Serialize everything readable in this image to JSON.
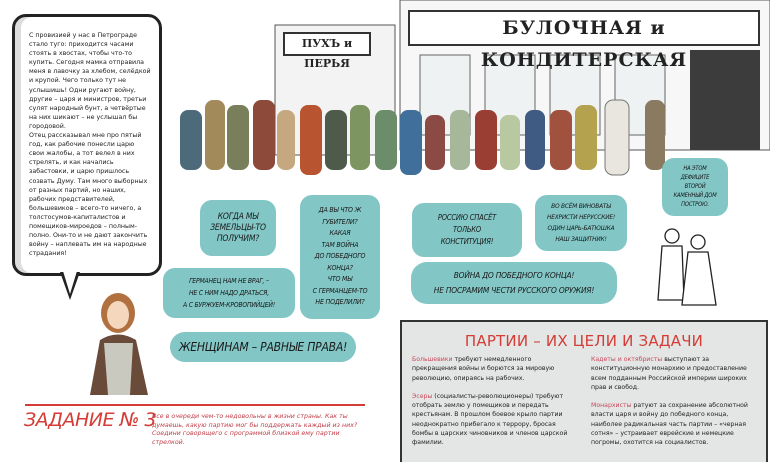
{
  "narration": {
    "text": "С провизией у нас в Петрограде стало туго: приходится часами стоять в хвостах, чтобы что-то купить. Сегодня мамка отправила меня в лавочку за хлебом, селёдкой и крупой. Чего только тут не услышишь! Одни ругают войну, другие – царя и министров, третьи сулят народный бунт, а четвёртые на них шикают – не услышал бы городовой.\nОтец рассказывал мне про пятый год, как рабочие понесли царю свои жалобы, а тот велел в них стрелять, и как начались забастовки, и царю пришлось созвать Думу. Там много выборных от разных партий, но наших, рабочих представителей, большевиков – всего-то ничего, а толстосумов-капиталистов и помещиков-мироедов – полным-полно. Они-то и не дают закончить войну – наплевать им на народные страдания!"
  },
  "signs": {
    "feathers": "ПУХЪ и ПЕРЬЯ",
    "bakery": "БУЛОЧНАЯ и КОНДИТЕРСКАЯ"
  },
  "bubbles": {
    "land": "Когда мы\nземельцы-то\nполучим?",
    "german": "Германец нам не враг, –\nне с ним надо драться,\nа с буржуем-кровопийцей!",
    "traitors": "Да вы что ж\nгубители?\nКакая\nтам война\nдо победного\nконца?\nЧто мы\nс германцем-то\nне поделили?",
    "women": "Женщинам – равные права!",
    "constitution": "Россию спасёт\nтолько\nконституция!",
    "tsar": "Во всём виноваты\nнехристи нерусские!\nОдин царь-батюшка\nнаш защитник!",
    "deficit": "На этом\nдефиците\nвторой\nкаменный дом\nпострою.",
    "war": "Война до победного конца!\nНе посрамим чести русского оружия!"
  },
  "task": {
    "title": "ЗАДАНИЕ № 3",
    "text": "Все в очереди чем-то недовольны в жизни страны. Как ты думаешь, какую партию мог бы поддержать каждый из них? Соедини говорящего с программой близкой ему партии стрелкой."
  },
  "parties": {
    "title": "ПАРТИИ – ИХ ЦЕЛИ И ЗАДАЧИ",
    "items": [
      {
        "name": "Большевики",
        "text": " требуют немедленного прекращения войны и борются за мировую революцию, опираясь на рабочих."
      },
      {
        "name": "Эсеры",
        "text": " (социалисты-революционеры) требуют отобрать землю у помещиков и передать крестьянам. В прошлом боевое крыло партии неоднократно прибегало к террору, бросая бомбы в царских чиновников и членов царской фамилии."
      },
      {
        "name": "Кадеты и октябристы",
        "text": " выступают за конституционную монархию и предоставление всем подданным Российской империи широких прав и свобод."
      },
      {
        "name": "Монархисты",
        "text": " ратуют за сохранение абсолютной власти царя и войну до победного конца, наиболее радикальная часть партии – «черная сотня» – устраивает еврейские и немецкие погромы, охотится на социалистов."
      }
    ]
  },
  "colors": {
    "bubble": "#82c6c6",
    "accent": "#d43c35"
  }
}
